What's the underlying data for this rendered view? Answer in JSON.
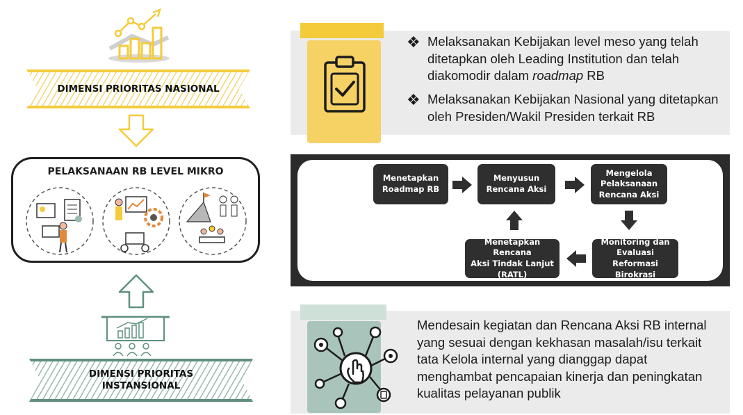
{
  "left_column": {
    "national_banner": "DIMENSI PRIORITAS NASIONAL",
    "micro_title": "PELAKSANAAN RB LEVEL MIKRO",
    "institutional_banner_line1": "DIMENSI PRIORITAS",
    "institutional_banner_line2": "INSTANSIONAL"
  },
  "top_panel": {
    "bullets": [
      {
        "text_part1": "Melaksanakan Kebijakan level meso yang telah ditetapkan oleh Leading Institution dan telah diakomodir dalam ",
        "text_italic": "roadmap",
        "text_part2": " RB"
      },
      {
        "text_part1": "Melaksanakan Kebijakan Nasional yang ditetapkan oleh Presiden/Wakil Presiden terkait RB",
        "text_italic": "",
        "text_part2": ""
      }
    ]
  },
  "process": {
    "steps": [
      "Menetapkan\nRoadmap RB",
      "Menyusun\nRencana Aksi",
      "Mengelola\nPelaksanaan\nRencana Aksi",
      "Monitoring dan\nEvaluasi Reformasi\nBirokrasi",
      "Menetapkan Rencana\nAksi Tindak Lanjut\n(RATL)"
    ]
  },
  "bottom_panel": {
    "text": "Mendesain kegiatan dan Rencana Aksi RB internal yang sesuai dengan kekhasan masalah/isu terkait tata Kelola internal yang dianggap dapat menghambat pencapaian kinerja dan peningkatan kualitas pelayanan publik"
  },
  "colors": {
    "yellow": "#f4cb3a",
    "green": "#5f8f80",
    "dark": "#2f2f2f",
    "panel": "#ebebeb"
  },
  "icons": [
    "growth-chart-icon",
    "down-arrow-icon",
    "up-arrow-icon",
    "presentation-audience-icon",
    "clipboard-check-icon",
    "network-touch-icon",
    "teamwork-illustration-icon",
    "diamond-bullet-icon",
    "right-arrow-icon"
  ]
}
